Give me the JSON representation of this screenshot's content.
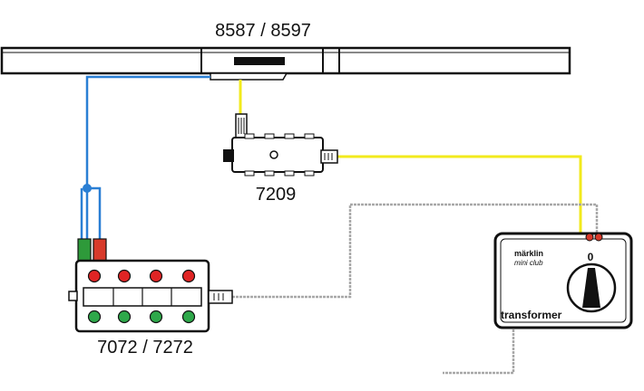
{
  "labels": {
    "track_module": "8587 / 8597",
    "relay": "7209",
    "control_panel": "7072 / 7272"
  },
  "transformer": {
    "brand_line1": "märklin",
    "brand_line2": "mini club",
    "dial_zero": "0",
    "name": "transformer"
  },
  "colors": {
    "blue_wire": "#2a7fd4",
    "yellow_wire": "#f2ea1c",
    "gray_wire": "#a8a8a8",
    "red_button": "#e02424",
    "green_button": "#2ea84a",
    "plug_red": "#d83a2a",
    "plug_green": "#2e9a3a"
  }
}
